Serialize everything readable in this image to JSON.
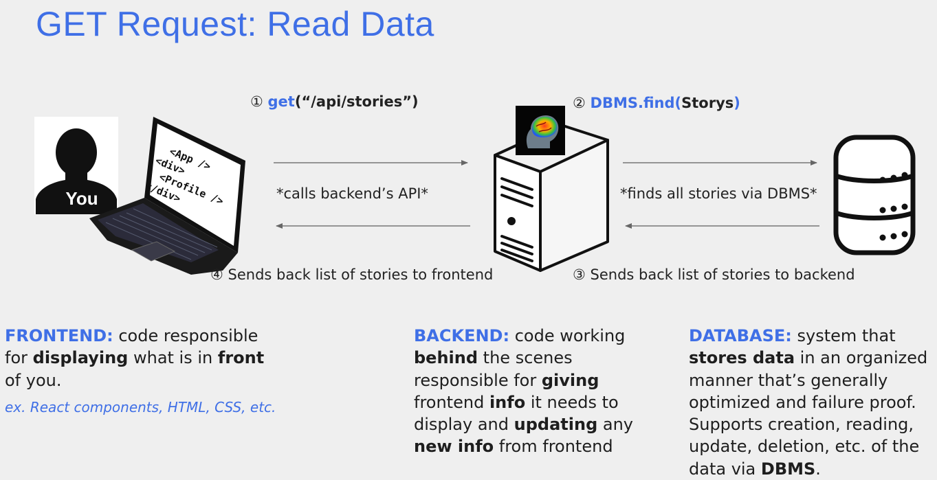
{
  "title": "GET Request: Read Data",
  "steps": {
    "s1": {
      "num": "①",
      "fn": "get",
      "arg": "(“/api/stories”)"
    },
    "s2": {
      "num": "②",
      "fn": "DBMS.find",
      "open": "(",
      "arg": "Storys",
      "close": ")"
    },
    "s3": {
      "num": "③",
      "text": "Sends back list of stories to backend"
    },
    "s4": {
      "num": "④",
      "text": "Sends back list of stories to frontend"
    }
  },
  "notes": {
    "calls_api": "*calls backend’s API*",
    "finds_stories": "*finds all stories via DBMS*"
  },
  "user": {
    "label": "You"
  },
  "laptop_code": [
    "<App />",
    "<div>",
    "<Profile />",
    "</div>"
  ],
  "frontend": {
    "head": "FRONTEND:",
    "t1": " code responsible for ",
    "b1": "displaying",
    "t2": " what is in ",
    "b2": "front",
    "t3": " of you.",
    "example": "ex. React components, HTML, CSS, etc."
  },
  "backend": {
    "head": "BACKEND:",
    "t1": " code working ",
    "b1": "behind",
    "t2": " the scenes responsible for ",
    "b2": "giving",
    "t3": " frontend ",
    "b3": "info",
    "t4": " it needs to display and ",
    "b4": "updating",
    "t5": " any ",
    "b5": "new info",
    "t6": " from frontend"
  },
  "database": {
    "head": "DATABASE:",
    "t1": " system that ",
    "b1": "stores data",
    "t2": " in an organized manner that’s generally optimized and failure proof. Supports creation, reading, update, deletion, etc. of the data via ",
    "b2": "DBMS",
    "t3": "."
  },
  "colors": {
    "accent": "#3f6fe6",
    "arrow": "#777777",
    "dark": "#111111"
  }
}
